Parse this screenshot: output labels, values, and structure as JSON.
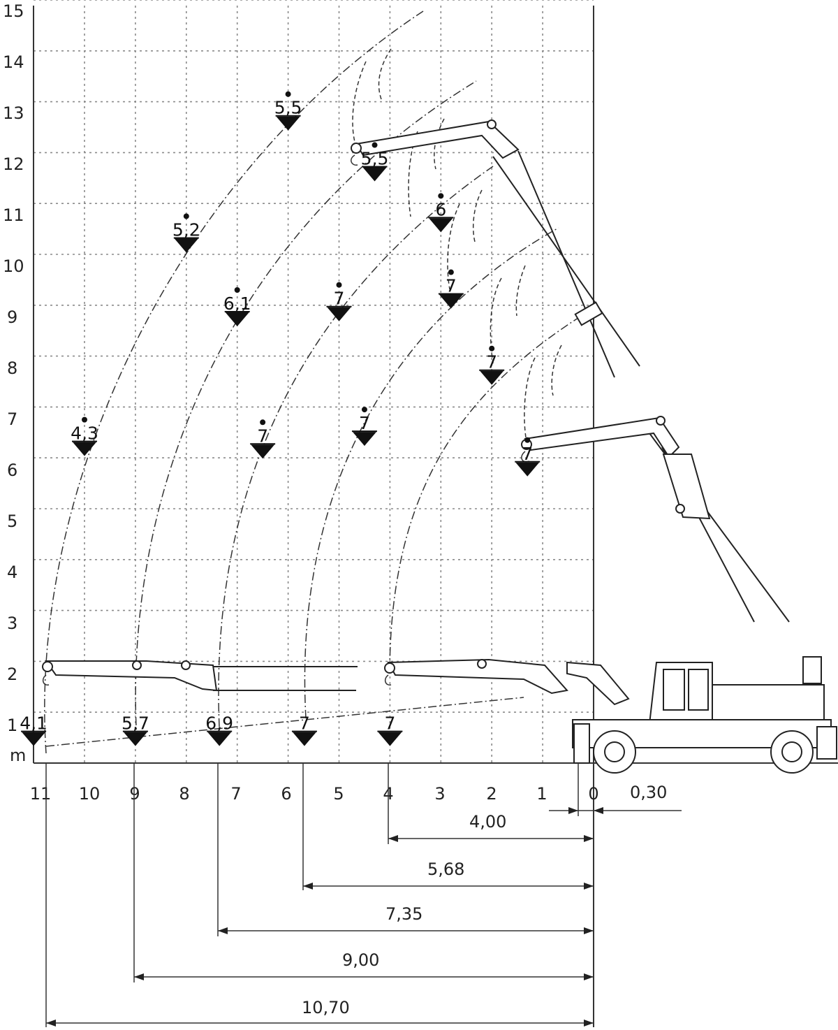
{
  "axes": {
    "y_ticks": [
      "15",
      "14",
      "13",
      "12",
      "11",
      "10",
      "9",
      "8",
      "7",
      "6",
      "5",
      "4",
      "3",
      "2",
      "1"
    ],
    "x_ticks": [
      "11",
      "10",
      "9",
      "8",
      "7",
      "6",
      "5",
      "4",
      "3",
      "2",
      "1",
      "0"
    ],
    "unit": "m"
  },
  "chart_data": {
    "type": "scatter",
    "points": [
      {
        "label": "5,5",
        "x": 6.0,
        "y": 12.6
      },
      {
        "label": "5,5",
        "x": 4.3,
        "y": 11.6
      },
      {
        "label": "5,2",
        "x": 8.0,
        "y": 10.2
      },
      {
        "label": "6",
        "x": 3.0,
        "y": 10.6
      },
      {
        "label": "6,1",
        "x": 7.0,
        "y": 8.75
      },
      {
        "label": "7",
        "x": 5.0,
        "y": 8.85
      },
      {
        "label": "7",
        "x": 2.8,
        "y": 9.1
      },
      {
        "label": "7",
        "x": 2.0,
        "y": 7.6
      },
      {
        "label": "4,3",
        "x": 10.0,
        "y": 6.2
      },
      {
        "label": "7",
        "x": 6.5,
        "y": 6.15
      },
      {
        "label": "7",
        "x": 4.5,
        "y": 6.4
      },
      {
        "label": "7",
        "x": 1.3,
        "y": 5.8
      },
      {
        "label": "4,1",
        "x": 11.0,
        "y": 0.5
      },
      {
        "label": "5,7",
        "x": 9.0,
        "y": 0.5
      },
      {
        "label": "6,9",
        "x": 7.35,
        "y": 0.5
      },
      {
        "label": "7",
        "x": 5.68,
        "y": 0.5
      },
      {
        "label": "7",
        "x": 4.0,
        "y": 0.5
      }
    ],
    "x_range": [
      0,
      11
    ],
    "y_range": [
      0,
      15
    ]
  },
  "dimensions": [
    {
      "label": "0,30",
      "from": 0.3,
      "to": 0
    },
    {
      "label": "4,00",
      "from": 4.0,
      "to": 0
    },
    {
      "label": "5,68",
      "from": 5.68,
      "to": 0
    },
    {
      "label": "7,35",
      "from": 7.35,
      "to": 0
    },
    {
      "label": "9,00",
      "from": 9.0,
      "to": 0
    },
    {
      "label": "10,70",
      "from": 10.7,
      "to": 0
    }
  ]
}
